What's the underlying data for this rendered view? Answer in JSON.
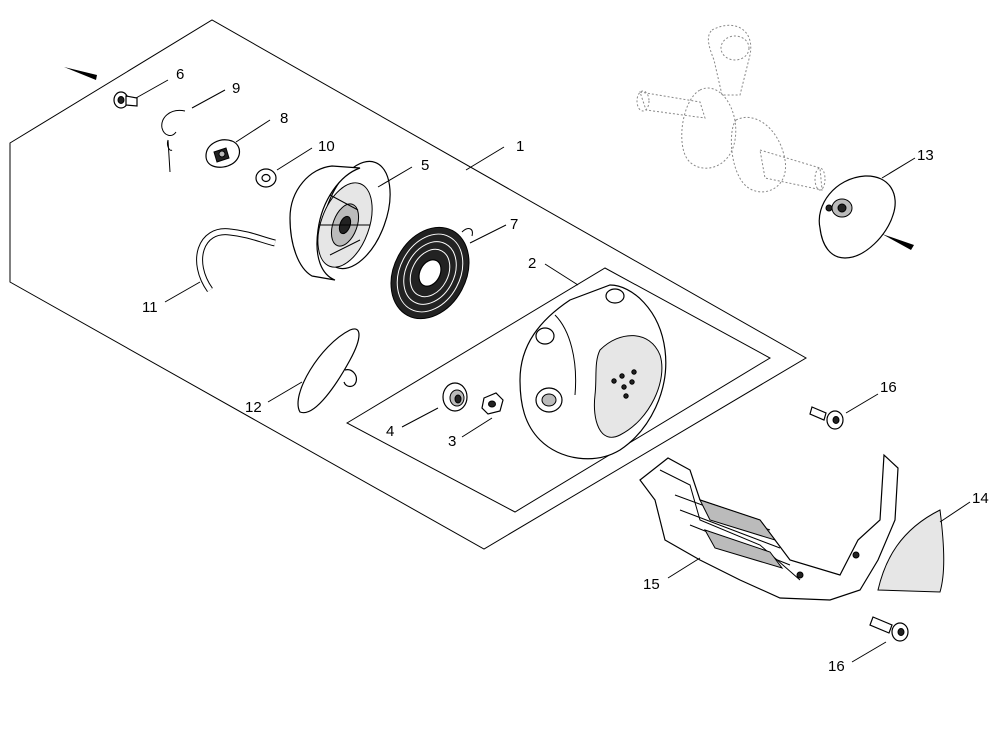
{
  "diagram": {
    "callouts": [
      {
        "id": "c1",
        "label": "1"
      },
      {
        "id": "c2",
        "label": "2"
      },
      {
        "id": "c3",
        "label": "3"
      },
      {
        "id": "c4",
        "label": "4"
      },
      {
        "id": "c5",
        "label": "5"
      },
      {
        "id": "c6",
        "label": "6"
      },
      {
        "id": "c7",
        "label": "7"
      },
      {
        "id": "c8",
        "label": "8"
      },
      {
        "id": "c9",
        "label": "9"
      },
      {
        "id": "c10",
        "label": "10"
      },
      {
        "id": "c11",
        "label": "11"
      },
      {
        "id": "c12",
        "label": "12"
      },
      {
        "id": "c13",
        "label": "13"
      },
      {
        "id": "c14",
        "label": "14"
      },
      {
        "id": "c15",
        "label": "15"
      },
      {
        "id": "c16a",
        "label": "16"
      },
      {
        "id": "c16b",
        "label": "16"
      }
    ]
  }
}
